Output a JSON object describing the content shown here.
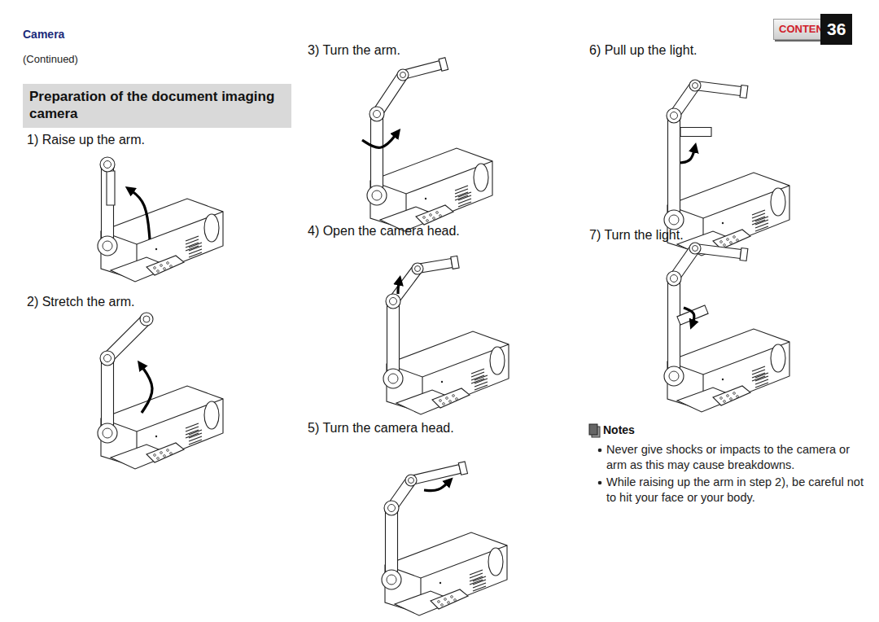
{
  "diagram": {
    "nodes": [
      {
        "text": [
          "CONTENTS"
        ]
      },
      {
        "text": [
          "36"
        ]
      },
      {
        "text": [
          "Preparation of the document imaging camera"
        ]
      }
    ],
    "labels": [
      "Camera",
      "(Continued)",
      "1) Raise up the arm.",
      "2) Stretch the arm.",
      "3) Turn the arm.",
      "4) Open the camera head.",
      "5) Turn the camera head.",
      "6) Pull up the light.",
      "7) Turn the light.",
      "Notes",
      "Never give shocks or impacts to the camera or arm as this may cause breakdowns.",
      "While raising up the arm in step 2), be careful not to hit your face or your body."
    ]
  }
}
